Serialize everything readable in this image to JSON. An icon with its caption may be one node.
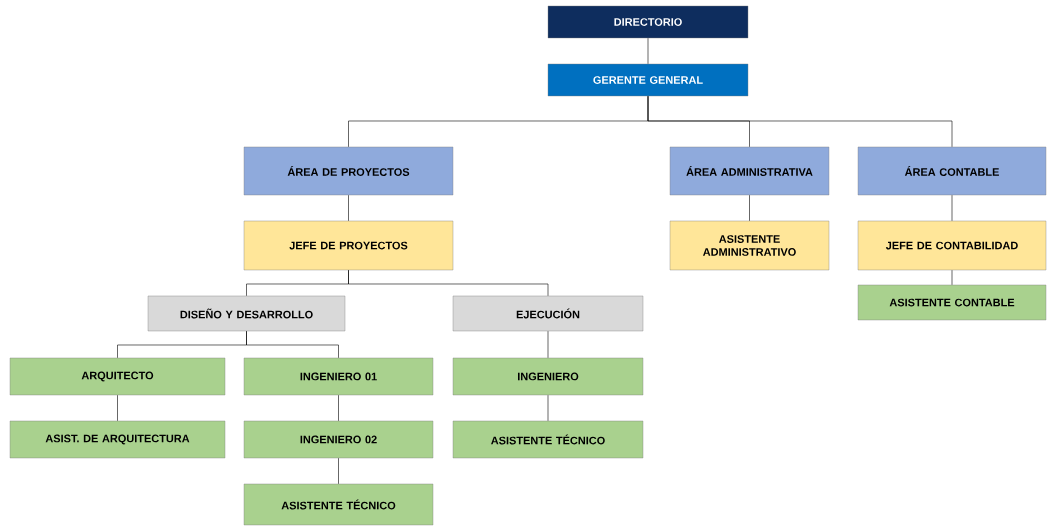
{
  "diagram": {
    "nodes": [
      {
        "text": [
          "DIRECTORIO"
        ]
      },
      {
        "text": [
          "GERENTE GENERAL"
        ]
      },
      {
        "text": [
          "ÁREA DE PROYECTOS"
        ]
      },
      {
        "text": [
          "ÁREA ADMINISTRATIVA"
        ]
      },
      {
        "text": [
          "ÁREA CONTABLE"
        ]
      },
      {
        "text": [
          "JEFE DE PROYECTOS"
        ]
      },
      {
        "text": [
          "ASISTENTE ADMINISTRATIVO"
        ]
      },
      {
        "text": [
          "JEFE DE CONTABILIDAD"
        ]
      },
      {
        "text": [
          "ASISTENTE CONTABLE"
        ]
      },
      {
        "text": [
          "DISEÑO Y DESARROLLO"
        ]
      },
      {
        "text": [
          "EJECUCIÓN"
        ]
      },
      {
        "text": [
          "ARQUITECTO"
        ]
      },
      {
        "text": [
          "INGENIERO 01"
        ]
      },
      {
        "text": [
          "INGENIERO"
        ]
      },
      {
        "text": [
          "ASIST. DE ARQUITECTURA"
        ]
      },
      {
        "text": [
          "INGENIERO 02"
        ]
      },
      {
        "text": [
          "ASISTENTE TÉCNICO"
        ]
      },
      {
        "text": [
          "ASISTENTE TÉCNICO"
        ]
      }
    ],
    "edges": [
      {
        "from": 0,
        "to": 1,
        "arrow": "none"
      },
      {
        "from": 1,
        "to": 2,
        "arrow": "none"
      },
      {
        "from": 1,
        "to": 3,
        "arrow": "none"
      },
      {
        "from": 1,
        "to": 4,
        "arrow": "none"
      },
      {
        "from": 2,
        "to": 5,
        "arrow": "none"
      },
      {
        "from": 3,
        "to": 6,
        "arrow": "none"
      },
      {
        "from": 4,
        "to": 7,
        "arrow": "none"
      },
      {
        "from": 7,
        "to": 8,
        "arrow": "none"
      },
      {
        "from": 5,
        "to": 9,
        "arrow": "none"
      },
      {
        "from": 5,
        "to": 10,
        "arrow": "none"
      },
      {
        "from": 9,
        "to": 11,
        "arrow": "none"
      },
      {
        "from": 9,
        "to": 12,
        "arrow": "none"
      },
      {
        "from": 10,
        "to": 13,
        "arrow": "none"
      },
      {
        "from": 11,
        "to": 14,
        "arrow": "none"
      },
      {
        "from": 12,
        "to": 15,
        "arrow": "none"
      },
      {
        "from": 13,
        "to": 16,
        "arrow": "none"
      },
      {
        "from": 15,
        "to": 17,
        "arrow": "none"
      }
    ]
  }
}
